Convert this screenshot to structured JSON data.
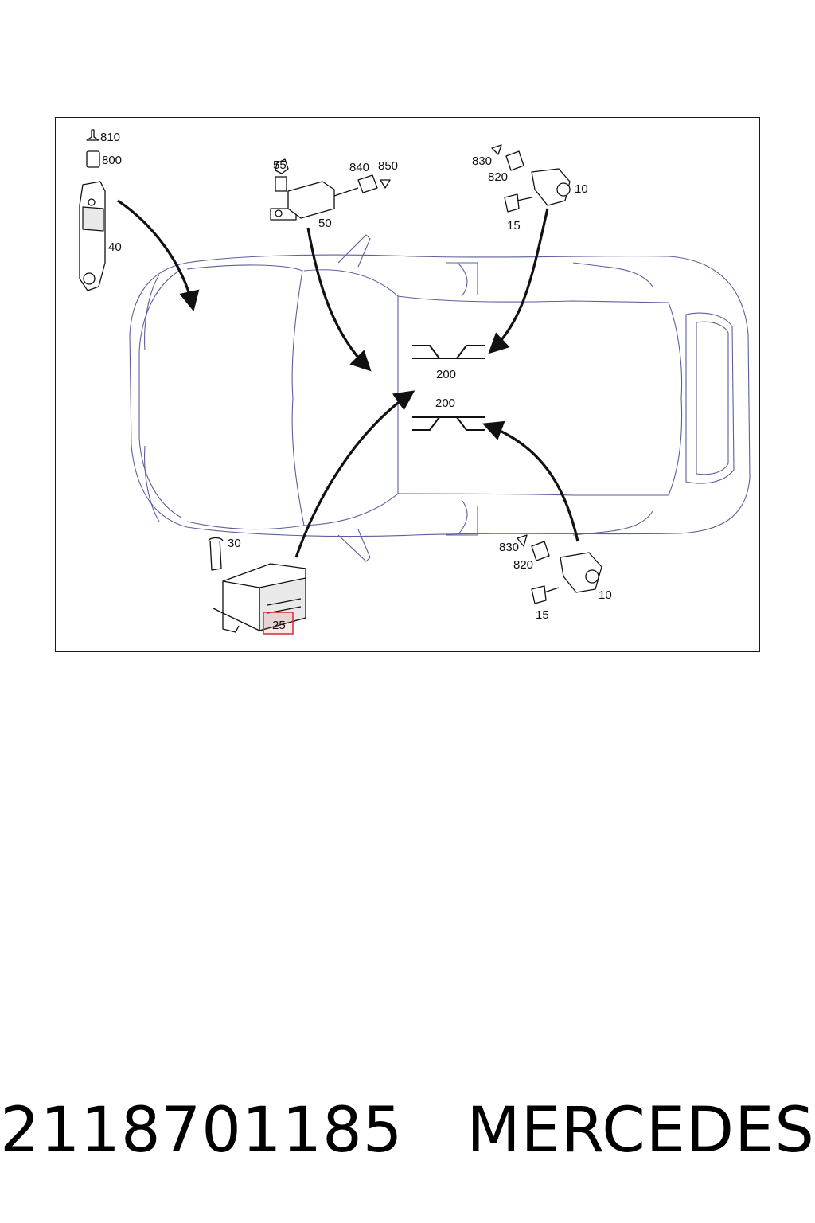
{
  "diagram": {
    "callouts": {
      "c810": "810",
      "c800": "800",
      "c40": "40",
      "c55": "55",
      "c840": "840",
      "c850": "850",
      "c50": "50",
      "c830_top": "830",
      "c820_top": "820",
      "c10_top": "10",
      "c15_top": "15",
      "c200_upper": "200",
      "c200_lower": "200",
      "c30": "30",
      "c25": "25",
      "c830_bottom": "830",
      "c820_bottom": "820",
      "c10_bottom": "10",
      "c15_bottom": "15"
    },
    "highlight_color": "#d9363e"
  },
  "caption": {
    "part_number": "2118701185",
    "brand": "MERCEDES"
  }
}
